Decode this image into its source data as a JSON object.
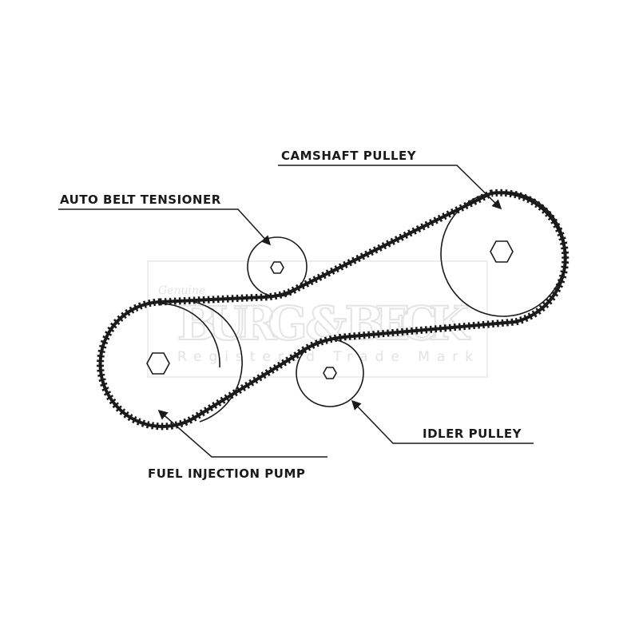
{
  "labels": {
    "camshaft": "CAMSHAFT PULLEY",
    "tensioner": "AUTO BELT TENSIONER",
    "idler": "IDLER PULLEY",
    "fuel_pump": "FUEL INJECTION PUMP"
  },
  "watermark": {
    "brand": "BURG & BECK",
    "tagline": "Registered Trade Mark",
    "script": "Genuine"
  },
  "colors": {
    "line": "#1a1a1a",
    "watermark": "#e4e4e4"
  }
}
